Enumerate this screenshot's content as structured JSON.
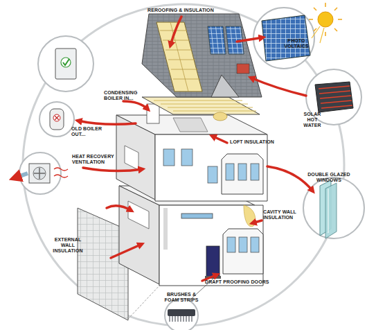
{
  "diagram": {
    "labels": [
      "REROOFING & INSULATION",
      "PHOTO VOLTAICS",
      "CONDENSING BOILER IN...",
      "OLD BOILER OUT...",
      "SOLAR HOT WATER",
      "LOFT INSULATION",
      "HEAT RECOVERY VENTILATION",
      "DOUBLE GLAZED WINDOWS",
      "CAVITY WALL INSULATION",
      "EXTERNAL WALL INSULATION",
      "DRAFT PROOFING DOORS",
      "BRUSHES & FOAM STRIPS"
    ]
  }
}
